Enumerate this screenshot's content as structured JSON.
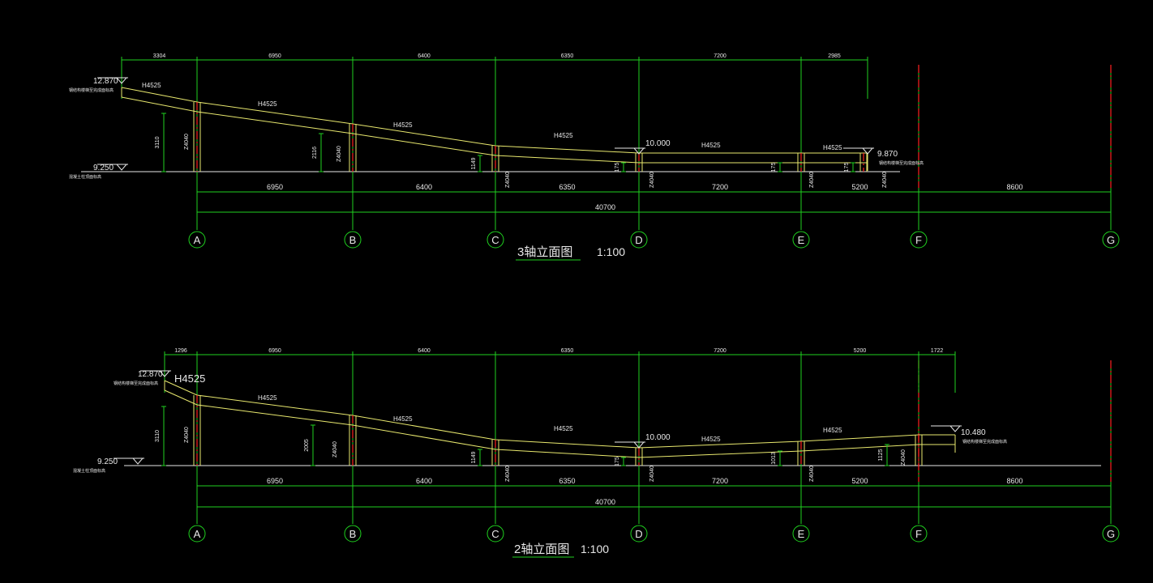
{
  "drawing": {
    "background": "#000000",
    "line_color": "#1fd11f",
    "beam_color": "#e8e86e",
    "text_color": "#e8e8e8",
    "axis_color": "#ff2020"
  },
  "elevations": [
    {
      "title": "3轴立面图",
      "scale": "1:100",
      "top_dims": [
        "3304",
        "6950",
        "6400",
        "6350",
        "7200",
        "2985"
      ],
      "bottom_dims": [
        "6950",
        "6400",
        "6350",
        "7200",
        "5200",
        "8600"
      ],
      "total_dim": "40700",
      "axes": [
        "A",
        "B",
        "C",
        "D",
        "E",
        "F",
        "G"
      ],
      "levels": [
        {
          "value": "12.870",
          "note": "钢结构楼梯至完成面标高"
        },
        {
          "value": "9.250",
          "note": "混凝土柱顶面标高"
        },
        {
          "value": "10.000",
          "note": ""
        },
        {
          "value": "9.870",
          "note": "钢结构楼梯至完成面标高"
        }
      ],
      "beam_labels": [
        "H4525",
        "H4525",
        "H4525",
        "H4525",
        "H4525",
        "H4525"
      ],
      "column_labels": [
        "Z4040",
        "Z4040",
        "Z4040",
        "Z4040",
        "Z4040",
        "Z4040"
      ],
      "height_dims": [
        "3110",
        "2116",
        "1149",
        "175",
        "175",
        "175"
      ]
    },
    {
      "title": "2轴立面图",
      "scale": "1:100",
      "top_dims": [
        "1296",
        "6950",
        "6400",
        "6350",
        "7200",
        "5200",
        "1722"
      ],
      "bottom_dims": [
        "6950",
        "6400",
        "6350",
        "7200",
        "5200",
        "8600"
      ],
      "total_dim": "40700",
      "axes": [
        "A",
        "B",
        "C",
        "D",
        "E",
        "F",
        "G"
      ],
      "levels": [
        {
          "value": "12.870",
          "note": "钢结构楼梯至完成面标高"
        },
        {
          "value": "9.250",
          "note": "混凝土柱顶面标高"
        },
        {
          "value": "10.000",
          "note": ""
        },
        {
          "value": "10.480",
          "note": "钢结构楼梯至完成面标高"
        }
      ],
      "beam_labels": [
        "H4525",
        "H4525",
        "H4525",
        "H4525",
        "H4525",
        "H4525"
      ],
      "column_labels": [
        "Z4040",
        "Z4040",
        "Z4040",
        "Z4040",
        "Z4040",
        "Z4040"
      ],
      "height_dims": [
        "3110",
        "2005",
        "1149",
        "175",
        "1013",
        "1125"
      ]
    }
  ]
}
